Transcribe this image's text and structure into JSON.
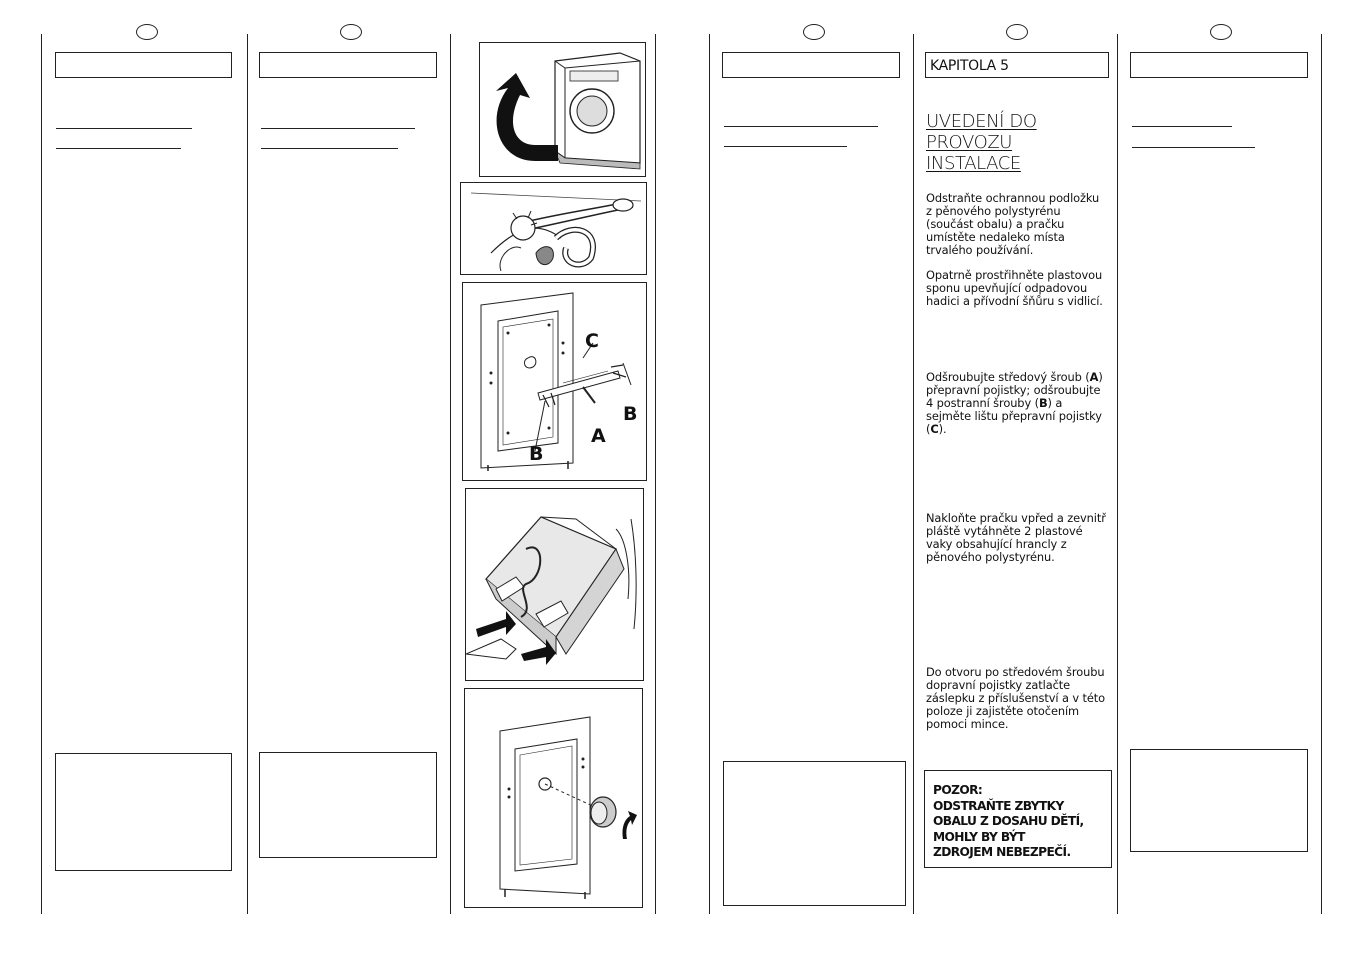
{
  "chapter": "KAPITOLA 5",
  "heading": [
    "UVEDENÍ DO",
    "PROVOZU",
    "INSTALACE"
  ],
  "paragraphs": {
    "p1": "Odstraňte ochrannou podložku z pěnového polystyrénu (součást obalu) a pračku umístěte nedaleko místa trvalého používání.",
    "p2": "Opatrně prostřihněte plastovou sponu upevňující odpadovou hadici a přívodní šňůru s vidlicí.",
    "p3_a": "Odšroubujte středový šroub (",
    "p3_b": ") přepravní pojistky; odšroubujte 4 postranní šrouby (",
    "p3_c": ") a sejměte lištu přepravní pojistky (",
    "p3_d": ").",
    "p4": "Nakloňte pračku vpřed a zevnitř pláště vytáhněte 2 plastové vaky obsahující hrancly z pěnového polystyrénu.",
    "p5": "Do otvoru po středovém šroubu dopravní pojistky zatlačte záslepku z příslušenství a v této poloze ji zajistěte otočením pomoci mince."
  },
  "part_labels": {
    "a": "A",
    "b": "B",
    "c": "C"
  },
  "warning": [
    "POZOR:",
    "ODSTRAŇTE ZBYTKY",
    "OBALU Z DOSAHU DĚTÍ,",
    "MOHLY BY BÝT",
    "ZDROJEM NEBEZPEČÍ."
  ],
  "figure_labels": {
    "a": "A",
    "b1": "B",
    "b2": "B",
    "c": "C"
  }
}
